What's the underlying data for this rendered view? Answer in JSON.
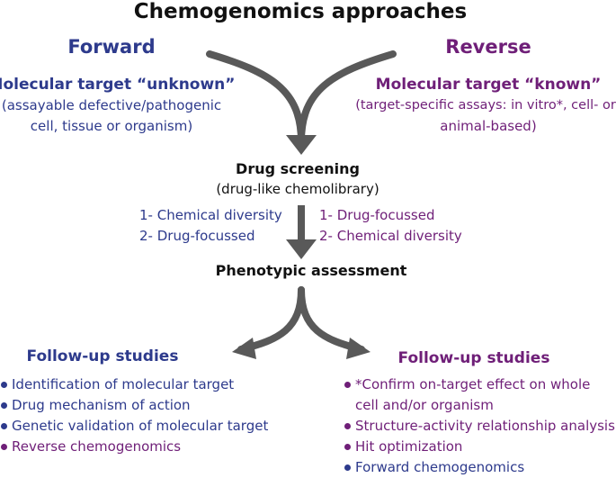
{
  "title": "Chemogenomics approaches",
  "forward": {
    "heading": "Forward",
    "target": "Molecular target “unknown”",
    "desc_line1": "(assayable defective/pathogenic",
    "desc_line2": "cell, tissue or organism)",
    "priorities": [
      "1- Chemical diversity",
      "2- Drug-focussed"
    ],
    "followup_title": "Follow-up studies",
    "followup_items": [
      {
        "text": "Identification of molecular target",
        "color": "#2d3a8c"
      },
      {
        "text": "Drug mechanism of action",
        "color": "#2d3a8c"
      },
      {
        "text": "Genetic validation of molecular target",
        "color": "#2d3a8c"
      },
      {
        "text": "Reverse chemogenomics",
        "color": "#6f1f78"
      }
    ]
  },
  "reverse": {
    "heading": "Reverse",
    "target": "Molecular target “known”",
    "desc_line1": "(target-specific assays: in vitro*, cell- or",
    "desc_line2": "animal-based)",
    "priorities": [
      "1- Drug-focussed",
      "2- Chemical diversity"
    ],
    "followup_title": "Follow-up studies",
    "followup_items": [
      {
        "text": "*Confirm on-target effect on whole",
        "color": "#6f1f78"
      },
      {
        "text": "cell and/or organism",
        "color": "#6f1f78",
        "continuation": true
      },
      {
        "text": "Structure-activity relationship analysis",
        "color": "#6f1f78"
      },
      {
        "text": "Hit optimization",
        "color": "#6f1f78"
      },
      {
        "text": "Forward chemogenomics",
        "color": "#2d3a8c"
      }
    ]
  },
  "center": {
    "screening_title": "Drug screening",
    "screening_sub": "(drug-like chemolibrary)",
    "phenotypic": "Phenotypic assessment"
  },
  "colors": {
    "forward": "#2d3a8c",
    "reverse": "#6f1f78",
    "arrow": "#595959"
  }
}
